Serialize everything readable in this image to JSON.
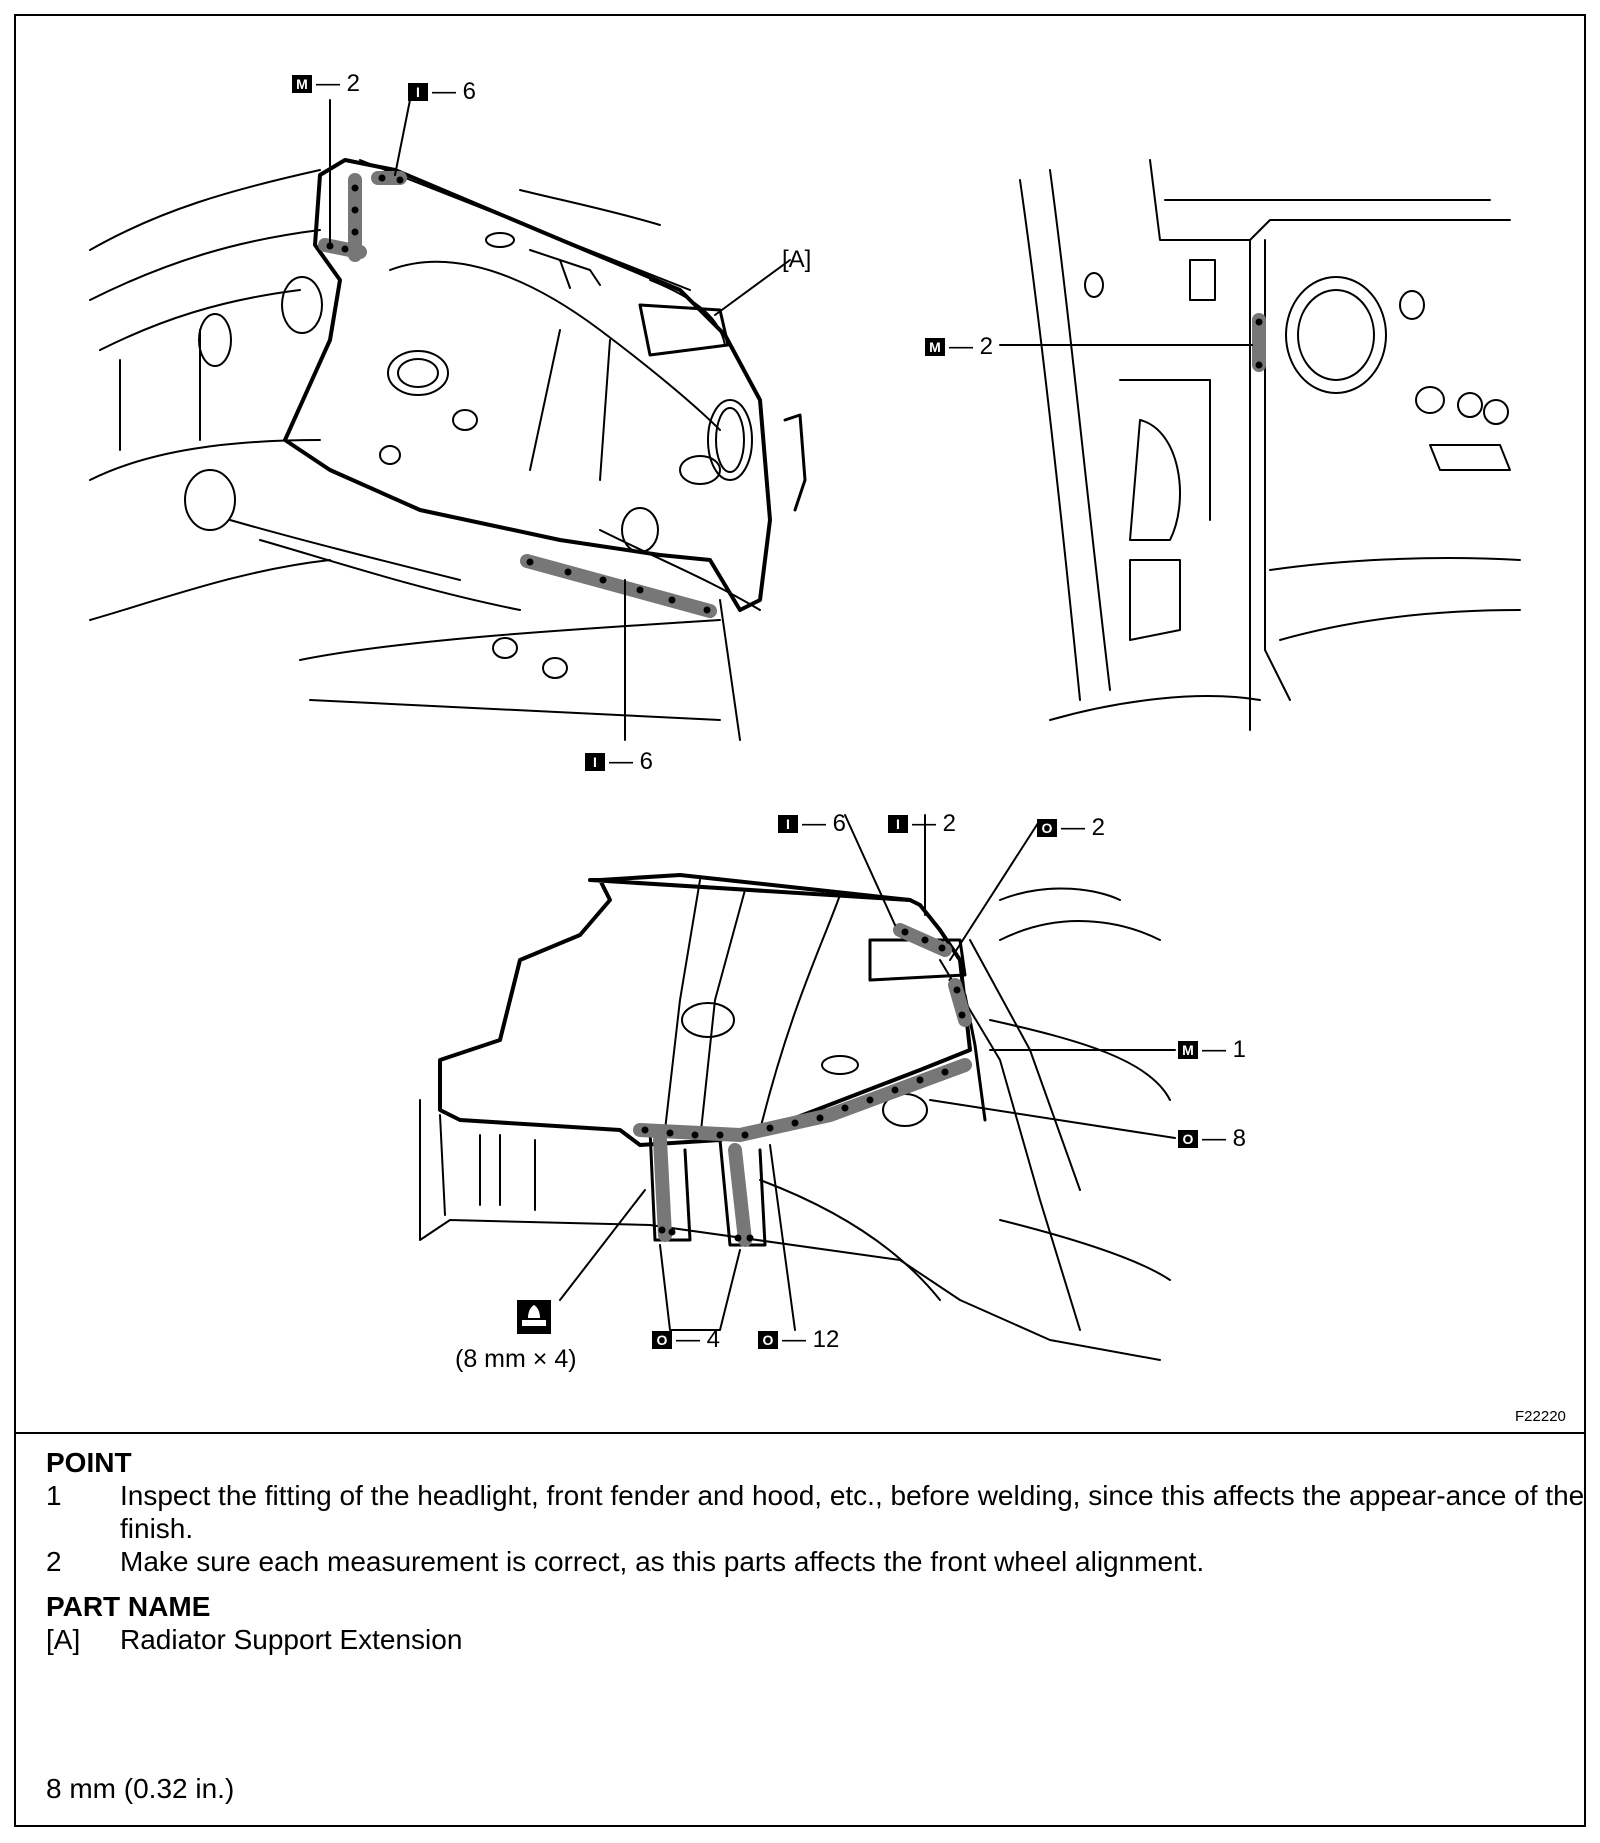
{
  "figure_code": "F22220",
  "callouts": {
    "top_left_m2": {
      "symbol": "M",
      "text": "— 2"
    },
    "top_left_i6_top": {
      "symbol": "I",
      "text": "— 6"
    },
    "part_a": "[A]",
    "top_left_i6_bottom": {
      "symbol": "I",
      "text": "— 6"
    },
    "top_right_m2": {
      "symbol": "M",
      "text": "— 2"
    },
    "bottom_i6": {
      "symbol": "I",
      "text": "— 6"
    },
    "bottom_i2": {
      "symbol": "I",
      "text": "— 2"
    },
    "bottom_o2": {
      "symbol": "O",
      "text": "— 2"
    },
    "bottom_m1": {
      "symbol": "M",
      "text": "— 1"
    },
    "bottom_o8": {
      "symbol": "O",
      "text": "— 8"
    },
    "bottom_o4": {
      "symbol": "O",
      "text": "— 4"
    },
    "bottom_o12": {
      "symbol": "O",
      "text": "— 12"
    },
    "plug_weld_size": "(8 mm × 4)"
  },
  "point": {
    "heading": "POINT",
    "items": [
      {
        "num": "1",
        "text": "Inspect the fitting of the headlight, front fender and hood, etc., before welding, since this affects the appear-ance of the finish."
      },
      {
        "num": "2",
        "text": "Make sure each measurement is correct, as this parts affects the front wheel alignment."
      }
    ]
  },
  "part_name": {
    "heading": "PART NAME",
    "items": [
      {
        "num": "[A]",
        "text": "Radiator Support Extension"
      }
    ]
  },
  "footnote": "8 mm (0.32 in.)"
}
